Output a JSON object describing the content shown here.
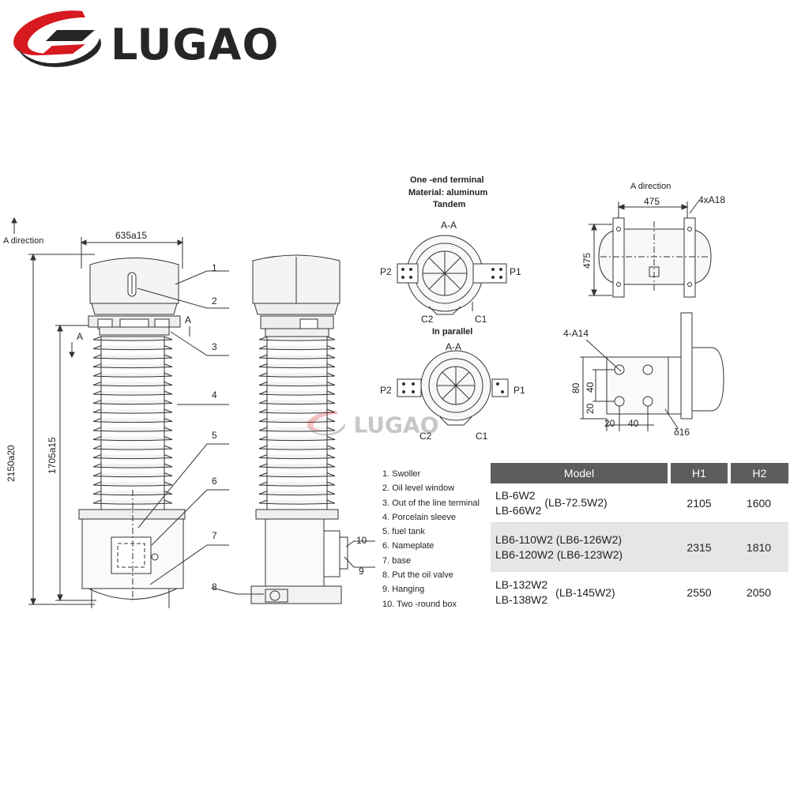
{
  "brand": {
    "name": "LUGAO",
    "watermark": "LUGAO"
  },
  "main_view": {
    "direction_label": "A direction",
    "width_dim": "635a15",
    "total_height_dim": "2150a20",
    "inner_height_dim": "1705a15",
    "section_mark": "A",
    "callouts": [
      "1",
      "2",
      "3",
      "4",
      "5",
      "6",
      "7",
      "8"
    ]
  },
  "side_view": {
    "callouts": [
      "10",
      "9"
    ]
  },
  "terminal": {
    "title_line1": "One -end terminal",
    "title_line2": "Material: aluminum",
    "title_line3": "Tandem",
    "section_label": "A-A",
    "p1": "P1",
    "p2": "P2",
    "c1": "C1",
    "c2": "C2",
    "parallel_label": "In parallel"
  },
  "base_view": {
    "title": "A direction",
    "width_dim": "475",
    "height_dim": "475",
    "holes": "4xA18"
  },
  "plate_view": {
    "holes": "4-A14",
    "dim_80": "80",
    "dim_40v": "40",
    "dim_20v": "20",
    "dim_20h": "20",
    "dim_40h": "40",
    "thickness": "δ16"
  },
  "legend": [
    "1. Swoller",
    "2. Oil level window",
    "3. Out of the line terminal",
    "4. Porcelain sleeve",
    "5. fuel tank",
    "6. Nameplate",
    "7. base",
    "8. Put the oil valve",
    "9. Hanging",
    "10. Two -round box"
  ],
  "table": {
    "headers": [
      "Model",
      "H1",
      "H2"
    ],
    "rows": [
      {
        "model_a": "LB-6W2",
        "model_b": "LB-66W2",
        "alt": "(LB-72.5W2)",
        "h1": "2105",
        "h2": "1600"
      },
      {
        "model_a": "LB6-110W2 (LB6-126W2)",
        "model_b": "LB6-120W2 (LB6-123W2)",
        "alt": "",
        "h1": "2315",
        "h2": "1810"
      },
      {
        "model_a": "LB-132W2",
        "model_b": "LB-138W2",
        "alt": "(LB-145W2)",
        "h1": "2550",
        "h2": "2050"
      }
    ]
  },
  "colors": {
    "logo_red": "#d71920",
    "logo_dark": "#262626",
    "header_gray": "#5d5d5d",
    "row_gray": "#e6e6e6"
  }
}
